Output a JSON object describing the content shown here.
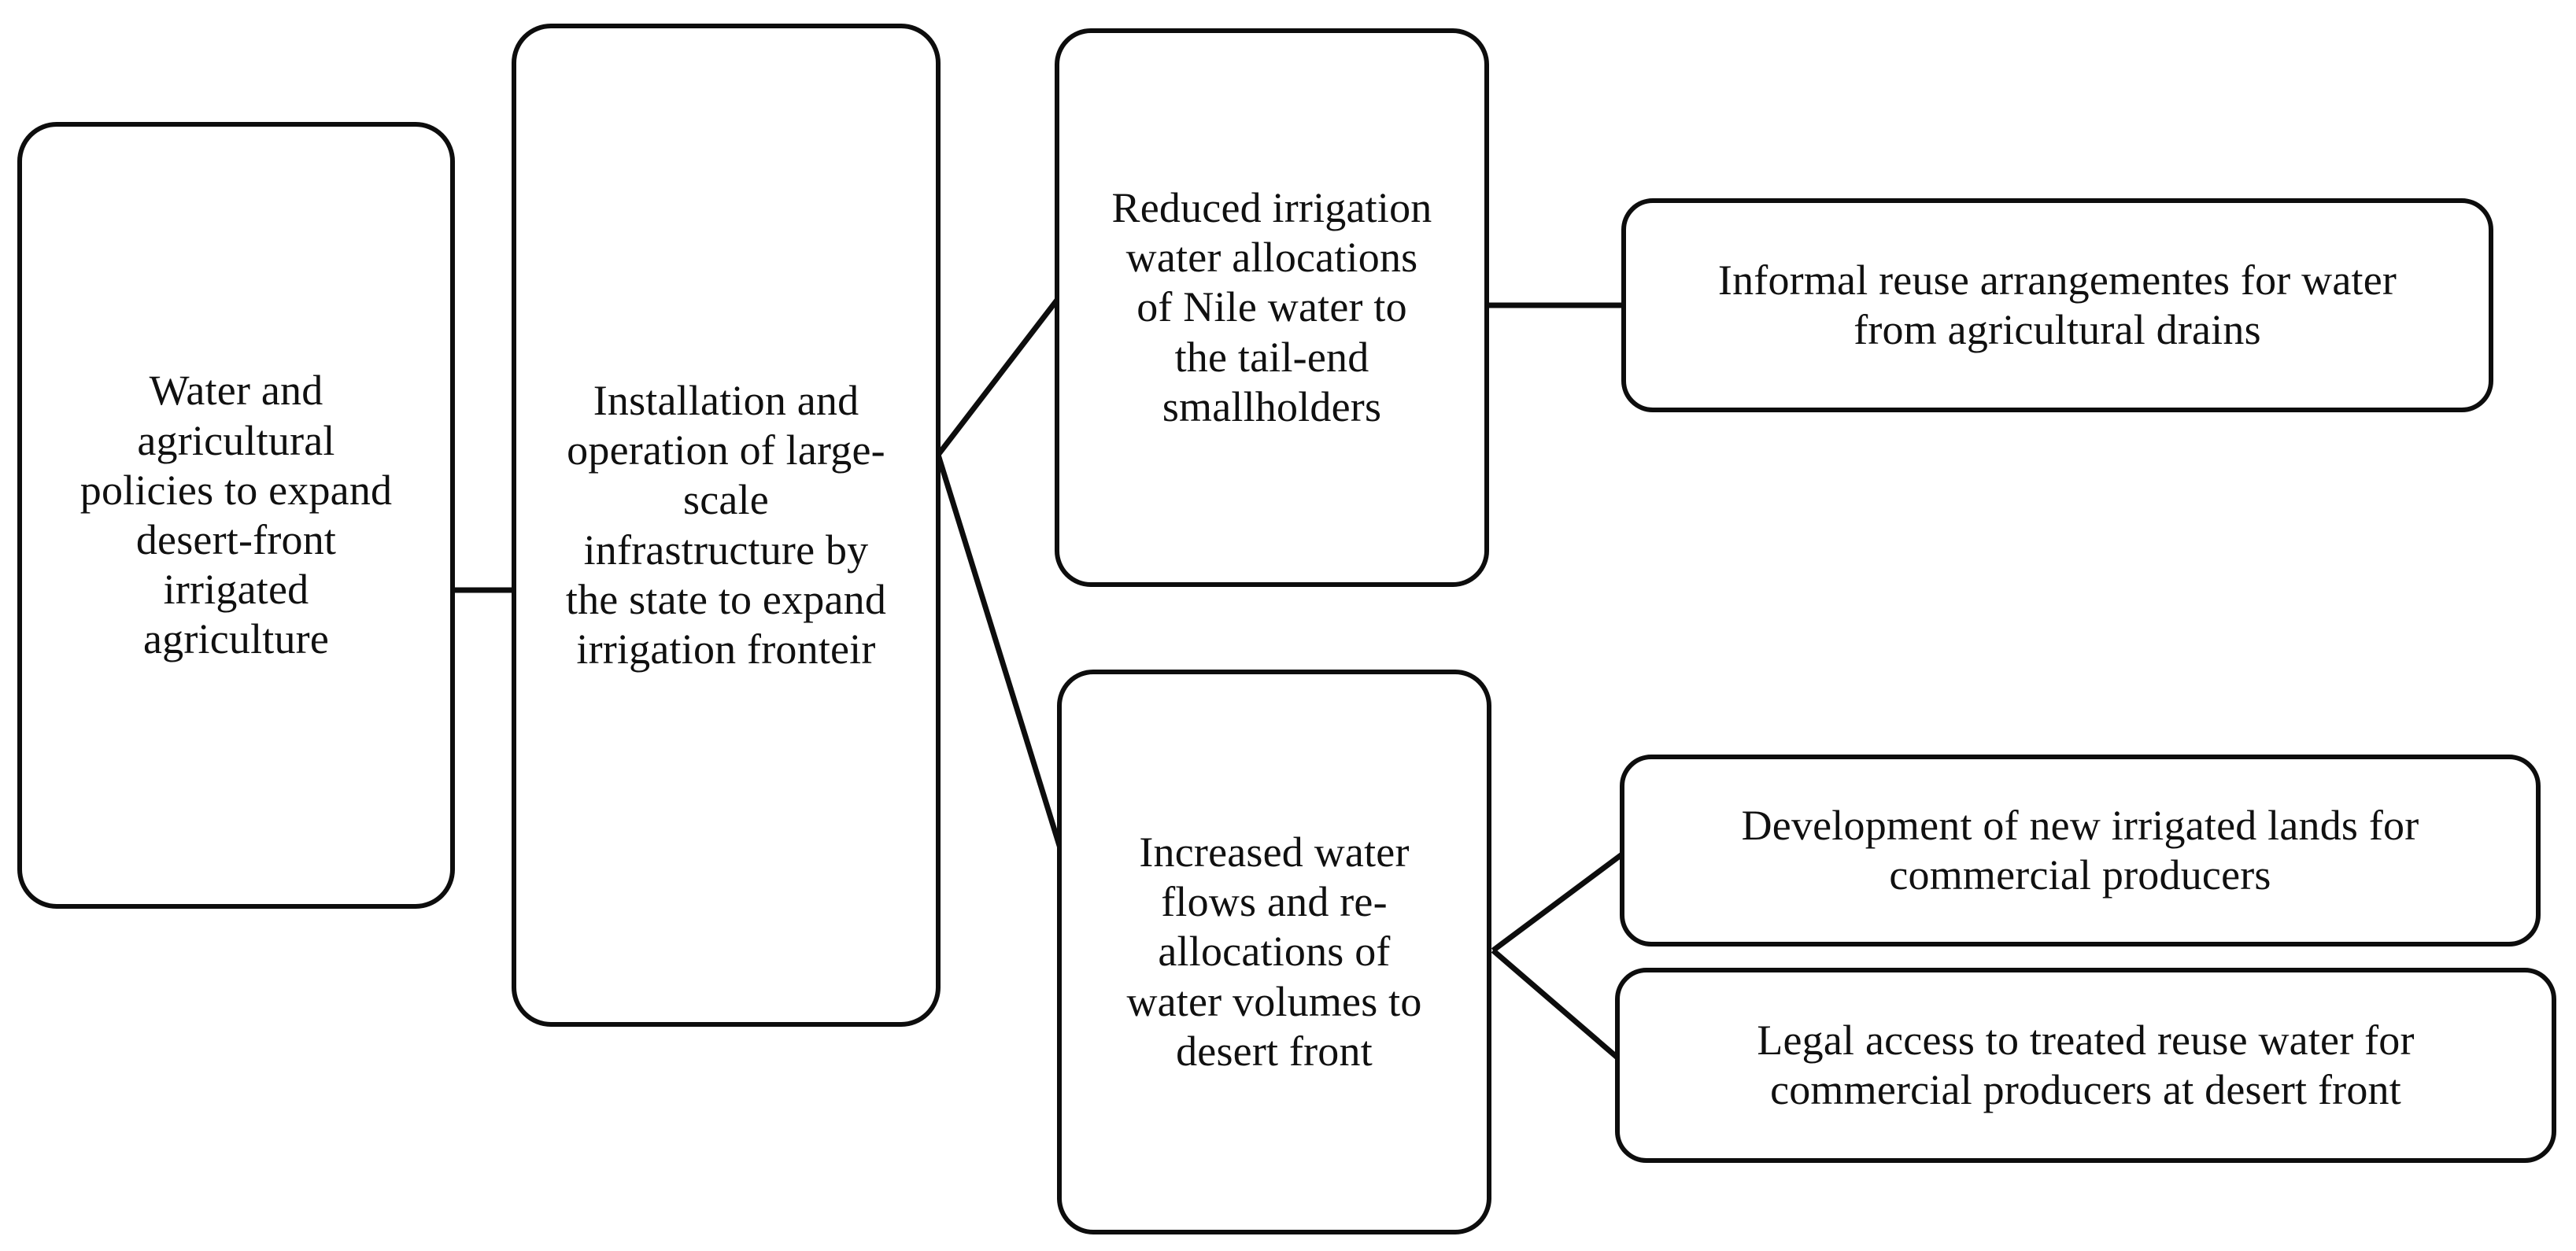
{
  "diagram": {
    "type": "flowchart",
    "orientation": "left-to-right",
    "background_color": "#ffffff",
    "line_color": "#0d0d0d",
    "text_color": "#101010",
    "nodes": [
      {
        "id": "policies",
        "label": "Water and\nagricultural\npolicies to expand\ndesert-front\nirrigated\nagriculture",
        "column": 1
      },
      {
        "id": "infrastructure",
        "label": "Installation  and\noperation of large-\nscale\ninfrastructure   by\nthe state to expand\nirrigation  fronteir",
        "column": 2
      },
      {
        "id": "reduced_allocations",
        "label": "Reduced irrigation\nwater allocations\nof Nile  water  to\nthe  tail-end\nsmallholders",
        "column": 3
      },
      {
        "id": "increased_flows",
        "label": "Increased water\nflows and re-\nallocations   of\nwater  volumes  to\ndesert front",
        "column": 3
      },
      {
        "id": "informal_reuse",
        "label": "Informal reuse arrangementes  for water\nfrom agricultural  drains",
        "column": 4
      },
      {
        "id": "new_lands",
        "label": "Development  of new irrigated  lands for\ncommercial producers",
        "column": 4
      },
      {
        "id": "legal_access",
        "label": "Legal  access to treated reuse water for\ncommercial producers at desert front",
        "column": 4
      }
    ],
    "edges": [
      {
        "from": "policies",
        "to": "infrastructure",
        "style": "straight-horizontal"
      },
      {
        "from": "infrastructure",
        "to": "reduced_allocations",
        "style": "branch-diagonal-up"
      },
      {
        "from": "infrastructure",
        "to": "increased_flows",
        "style": "branch-diagonal-down"
      },
      {
        "from": "reduced_allocations",
        "to": "informal_reuse",
        "style": "straight-horizontal"
      },
      {
        "from": "increased_flows",
        "to": "new_lands",
        "style": "branch-diagonal-up"
      },
      {
        "from": "increased_flows",
        "to": "legal_access",
        "style": "branch-diagonal-down"
      }
    ]
  }
}
